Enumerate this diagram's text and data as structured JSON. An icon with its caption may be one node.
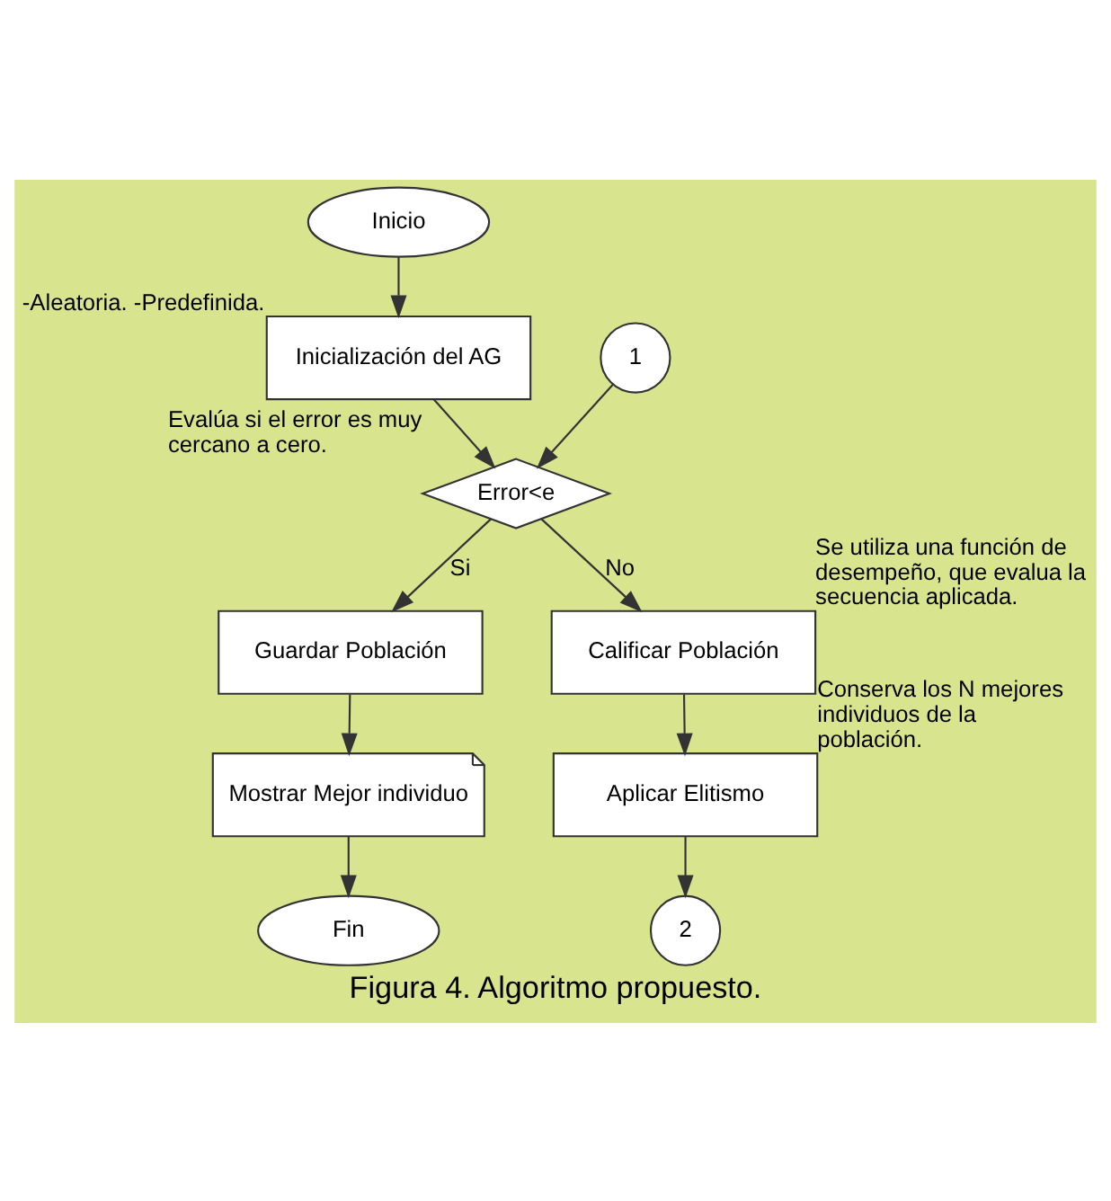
{
  "diagram": {
    "caption": "Figura 4. Algoritmo propuesto.",
    "nodes": [
      {
        "text": [
          "Inicio"
        ]
      },
      {
        "text": [
          "Inicialización del AG"
        ],
        "beside": [
          "-Aleatoria. -Predefinida."
        ]
      },
      {
        "text": [
          "1"
        ]
      },
      {
        "text": [
          "Error<e"
        ],
        "beside": [
          "Evalúa si el error es muy cercano a cero."
        ]
      },
      {
        "text": [
          "Guardar Población"
        ]
      },
      {
        "text": [
          "Mostrar Mejor individuo"
        ]
      },
      {
        "text": [
          "Fin"
        ]
      },
      {
        "text": [
          "Calificar Población"
        ],
        "beside": [
          "Se utiliza una función de desempeño, que evalua la secuencia aplicada."
        ]
      },
      {
        "text": [
          "Aplicar Elitismo"
        ],
        "beside": [
          "Conserva los N mejores individuos de la población."
        ]
      },
      {
        "text": [
          "2"
        ]
      }
    ],
    "edges": [
      {
        "from": 0,
        "to": 1,
        "arrow": "to"
      },
      {
        "from": 1,
        "to": 3,
        "arrow": "to"
      },
      {
        "from": 2,
        "to": 3,
        "arrow": "to"
      },
      {
        "from": 3,
        "to": 4,
        "arrow": "to",
        "label": "Si"
      },
      {
        "from": 4,
        "to": 5,
        "arrow": "to"
      },
      {
        "from": 5,
        "to": 6,
        "arrow": "to"
      },
      {
        "from": 3,
        "to": 7,
        "arrow": "to",
        "label": "No"
      },
      {
        "from": 7,
        "to": 8,
        "arrow": "to"
      },
      {
        "from": 8,
        "to": 9,
        "arrow": "to"
      }
    ]
  }
}
